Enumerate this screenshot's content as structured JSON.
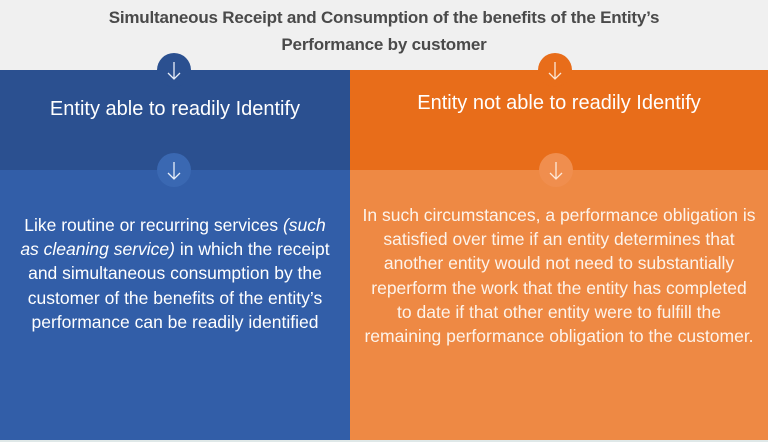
{
  "title": {
    "line1": "Simultaneous Receipt and Consumption of the benefits of the Entity’s",
    "line2": "Performance by customer"
  },
  "left": {
    "heading": "Entity able to readily Identify",
    "body_pre": "Like routine or recurring services ",
    "body_italic": "(such as cleaning service)",
    "body_post": " in which the receipt and simultaneous consumption by the customer of the benefits of the entity’s performance can be readily identified",
    "color_top": "#2b5090",
    "color_bottom": "#325ea8"
  },
  "right": {
    "heading": "Entity not able to readily Identify",
    "body": "In such circumstances, a performance obligation is satisfied over time if an entity determines that another entity would not need to substantially reperform the work that the entity has completed to date if that other entity were to fulfill the remaining performance obligation to the customer.",
    "color_top": "#e86d1a",
    "color_bottom": "#ee8944"
  },
  "icons": {
    "arrow": "arrow-down-icon"
  }
}
